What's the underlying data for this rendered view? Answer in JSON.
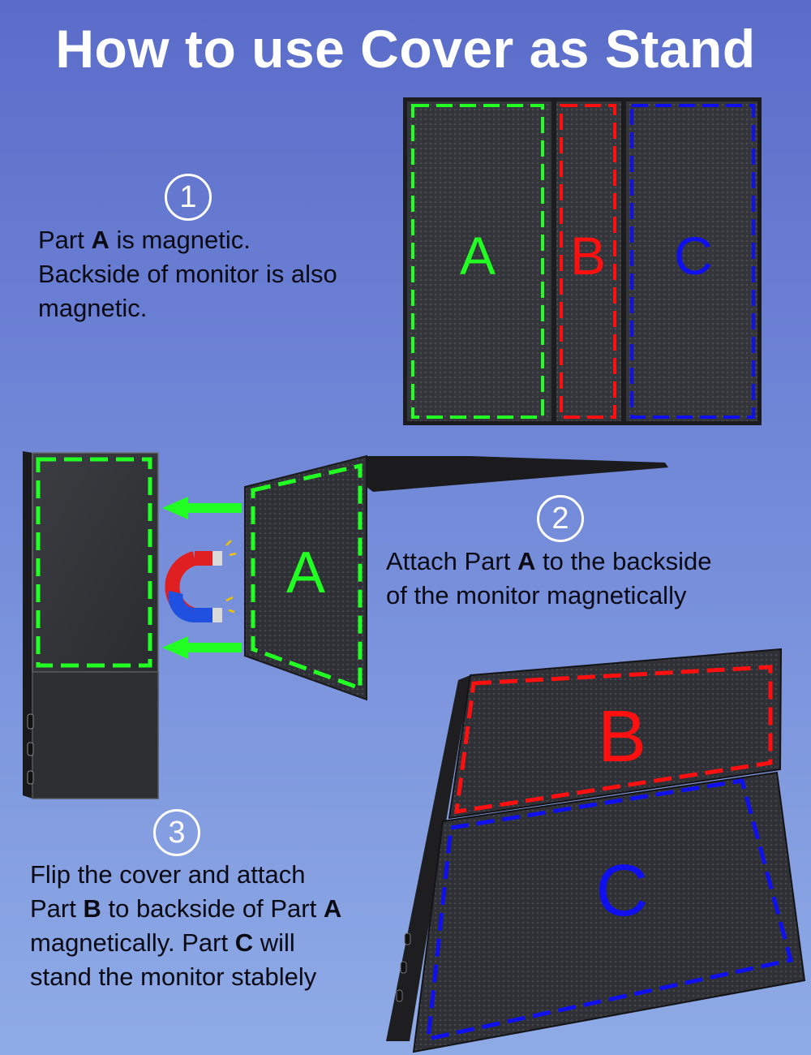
{
  "title": "How to use Cover as Stand",
  "colors": {
    "part_a": "#22ff22",
    "part_b": "#ff1010",
    "part_c": "#1010ee",
    "arrow": "#22ff22",
    "background_top": "#5a6cc9",
    "background_bottom": "#8fabe6",
    "cover": "#3a3b3f"
  },
  "parts": {
    "a": "A",
    "b": "B",
    "c": "C"
  },
  "step1": {
    "number": "1",
    "line1_pre": "Part ",
    "line1_bold": "A",
    "line1_post": " is magnetic.",
    "line2": "Backside of monitor is also",
    "line3": "magnetic."
  },
  "step2": {
    "number": "2",
    "line1_pre": "Attach Part ",
    "line1_bold": "A",
    "line1_post": " to the backside",
    "line2": "of the monitor magnetically"
  },
  "step3": {
    "number": "3",
    "line1": "Flip the cover and attach",
    "line2_pre": "Part ",
    "line2_bold1": "B",
    "line2_mid": " to backside of Part ",
    "line2_bold2": "A",
    "line3_pre": "magnetically. Part ",
    "line3_bold": "C",
    "line3_post": " will",
    "line4": "stand the monitor stablely"
  },
  "icons": [
    "magnet-icon",
    "arrow-left-icon",
    "usb-c-port-icon"
  ]
}
